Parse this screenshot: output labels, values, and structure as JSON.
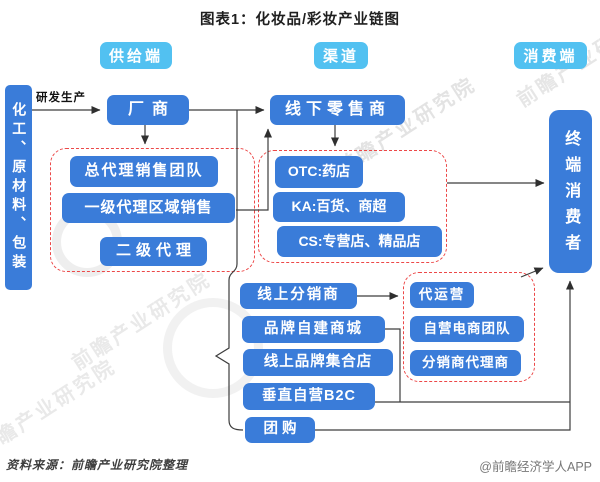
{
  "title": "图表1：化妆品/彩妆产业链图",
  "section_headers": {
    "supply": "供给端",
    "channel": "渠道",
    "consumer": "消费端"
  },
  "edge_labels": {
    "rd_production": "研发生产"
  },
  "nodes": {
    "raw_materials": "化工、原材料、包装",
    "manufacturer": "厂商",
    "offline_retailer": "线下零售商",
    "end_consumer": "终端消费者",
    "general_agent": "总代理销售团队",
    "level1_agent": "一级代理区域销售",
    "level2_agent": "二级代理",
    "otc": "OTC:药店",
    "ka": "KA:百货、商超",
    "cs": "CS:专营店、精品店",
    "online_distributor": "线上分销商",
    "brand_mall": "品牌自建商城",
    "online_collection": "线上品牌集合店",
    "vertical_b2c": "垂直自营B2C",
    "group_buy": "团购",
    "agency_operation": "代运营",
    "self_ecommerce": "自营电商团队",
    "distributor_agent": "分销商代理商"
  },
  "watermark": {
    "text": "前瞻产业研究院"
  },
  "footer": {
    "source": "资料来源：前瞻产业研究院整理",
    "credit": "@前瞻经济学人APP"
  },
  "colors": {
    "node_blue": "#3a7cd9",
    "header_blue": "#52c1f1",
    "dashed_red": "#ec4848",
    "line": "#3d3d3d"
  }
}
